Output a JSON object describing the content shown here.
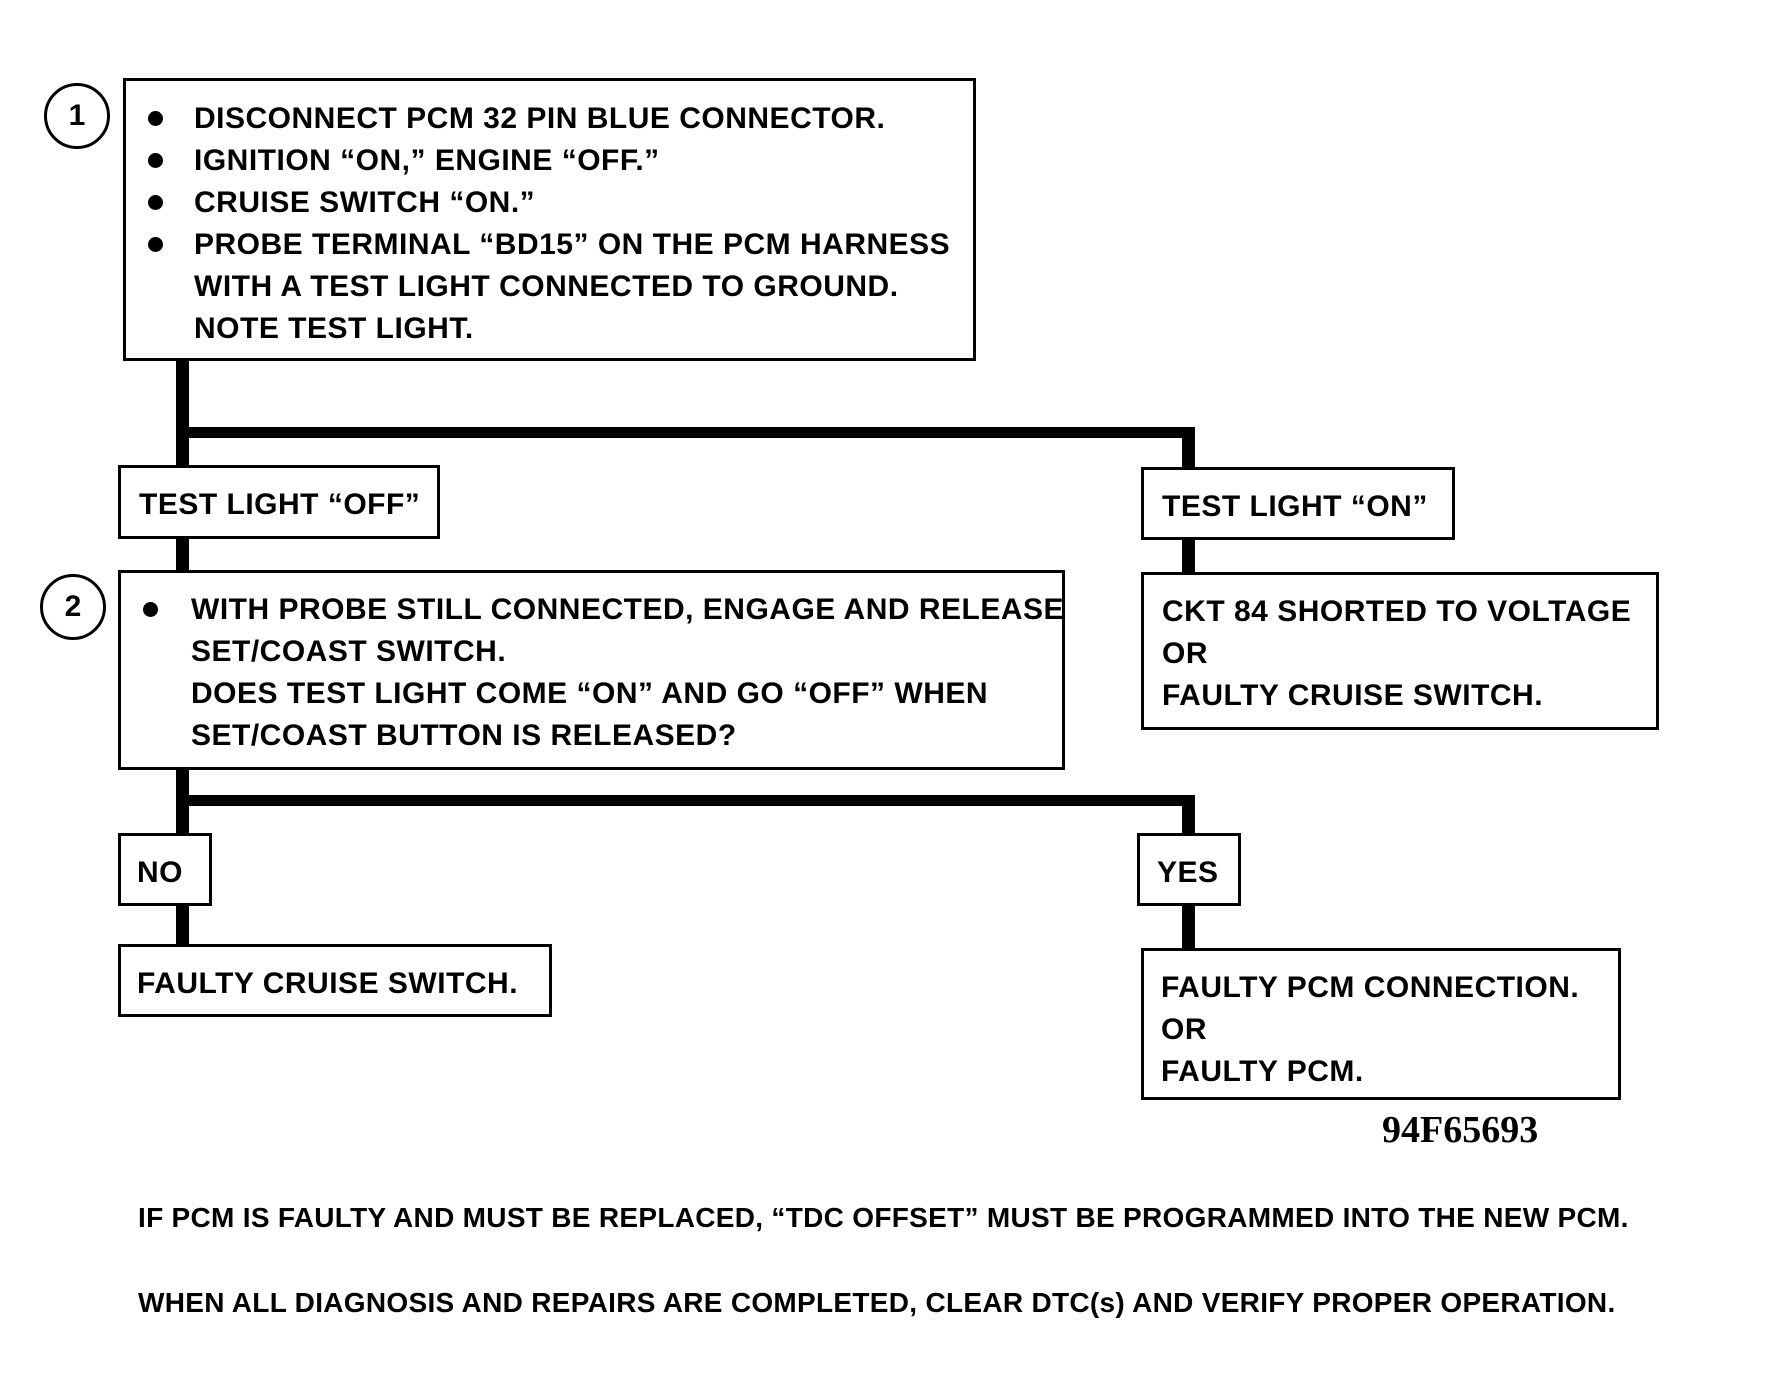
{
  "step1": {
    "number": "1",
    "lines": [
      "DISCONNECT PCM 32 PIN BLUE CONNECTOR.",
      "IGNITION “ON,” ENGINE “OFF.”",
      "CRUISE SWITCH “ON.”",
      "PROBE TERMINAL “BD15” ON THE PCM HARNESS",
      "WITH A TEST LIGHT CONNECTED TO GROUND.",
      "NOTE TEST LIGHT."
    ]
  },
  "branch1": {
    "left_label": "TEST LIGHT “OFF”",
    "right_label": "TEST LIGHT “ON”",
    "right_result": [
      "CKT 84 SHORTED TO VOLTAGE",
      "OR",
      "FAULTY CRUISE SWITCH."
    ]
  },
  "step2": {
    "number": "2",
    "lines": [
      "WITH PROBE STILL CONNECTED, ENGAGE AND RELEASE",
      "SET/COAST SWITCH.",
      "DOES TEST LIGHT COME “ON” AND GO “OFF” WHEN",
      "SET/COAST BUTTON IS RELEASED?"
    ]
  },
  "branch2": {
    "no_label": "NO",
    "yes_label": "YES",
    "no_result": "FAULTY CRUISE SWITCH.",
    "yes_result": [
      "FAULTY PCM CONNECTION.",
      "OR",
      "FAULTY PCM."
    ]
  },
  "figure_id": "94F65693",
  "notes": [
    "IF PCM IS FAULTY AND MUST BE REPLACED, “TDC OFFSET” MUST BE PROGRAMMED INTO THE NEW PCM.",
    "WHEN ALL DIAGNOSIS AND REPAIRS ARE COMPLETED, CLEAR DTC(s) AND VERIFY PROPER OPERATION."
  ]
}
